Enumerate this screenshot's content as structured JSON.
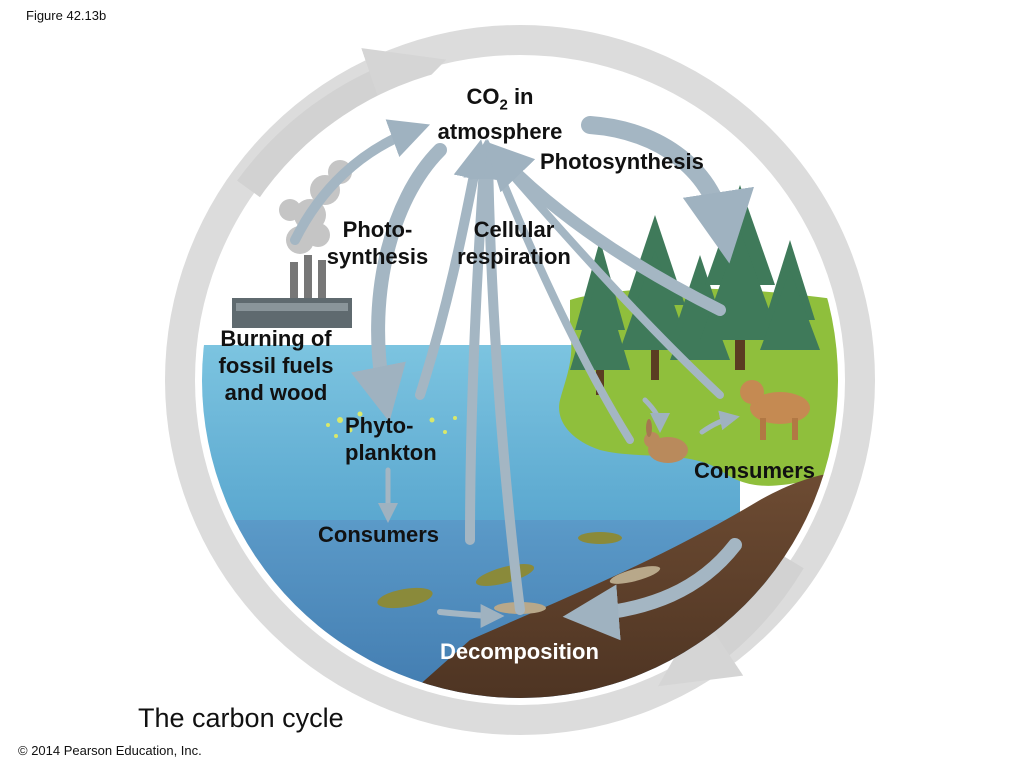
{
  "figure_label": "Figure 42.13b",
  "title": "The carbon cycle",
  "copyright": "© 2014 Pearson Education, Inc.",
  "labels": {
    "co2_prefix": "CO",
    "co2_subscript": "2",
    "co2_suffix": " in",
    "co2_line2": "atmosphere",
    "photosynthesis_land": "Photosynthesis",
    "photosynthesis_water_line1": "Photo-",
    "photosynthesis_water_line2": "synthesis",
    "respiration_line1": "Cellular",
    "respiration_line2": "respiration",
    "burning_line1": "Burning of",
    "burning_line2": "fossil fuels",
    "burning_line3": "and wood",
    "phytoplankton_line1": "Phyto-",
    "phytoplankton_line2": "plankton",
    "consumers_land": "Consumers",
    "consumers_water": "Consumers",
    "decomposition": "Decomposition"
  },
  "colors": {
    "ring": "#d7d7d7",
    "arrow": "#9fb2c0",
    "sky": "#ffffff",
    "water_surface": "#6fb8d8",
    "deep_water": "#4a8bc0",
    "land": "#8fbf3c",
    "soil": "#6b4a30",
    "tree": "#3f7a5a"
  },
  "icons": [
    "factory-icon",
    "smoke-icon",
    "tree-icon",
    "rabbit-icon",
    "bobcat-icon",
    "fish-icon",
    "phytoplankton-icon"
  ]
}
